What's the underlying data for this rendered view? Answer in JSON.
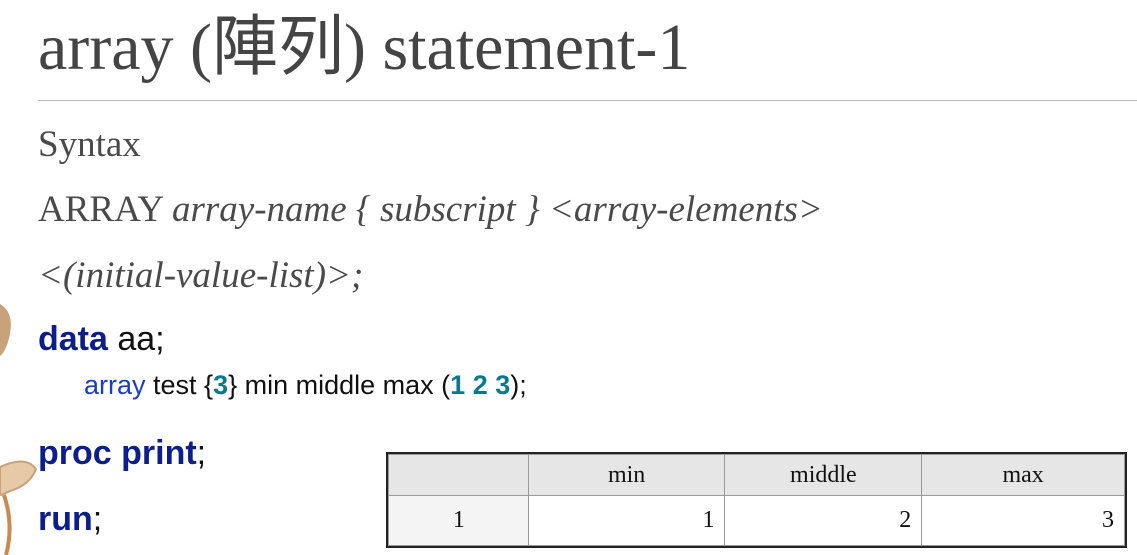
{
  "slide": {
    "title": "array (陣列) statement-1",
    "syntax_label": "Syntax",
    "syntax_line1_keyword": "ARRAY",
    "syntax_line1_rest": "array-name { subscript } <array-elements>",
    "syntax_line2": "<(initial-value-list)>;"
  },
  "code": {
    "line1_kw": "data",
    "line1_rest": " aa;",
    "line2_kw": "array",
    "line2_a": " test {",
    "line2_num1": "3",
    "line2_b": "} min middle max (",
    "line2_num2": "1 2 3",
    "line2_c": ");",
    "line3_kw": "proc print",
    "line3_rest": ";",
    "line4_kw": "run",
    "line4_rest": ";"
  },
  "output_table": {
    "headers": [
      "",
      "min",
      "middle",
      "max"
    ],
    "row": [
      "1",
      "1",
      "2",
      "3"
    ]
  },
  "colors": {
    "keyword": "#0b1e8c",
    "array_keyword": "#1a3ec2",
    "number": "#0a7a8a",
    "text": "#444444"
  }
}
